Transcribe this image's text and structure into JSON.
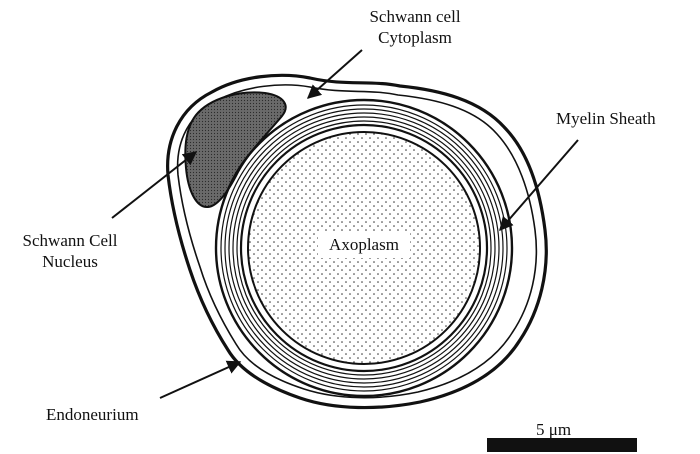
{
  "labels": {
    "cytoplasm_line1": "Schwann cell",
    "cytoplasm_line2": "Cytoplasm",
    "myelin": "Myelin Sheath",
    "nucleus_line1": "Schwann Cell",
    "nucleus_line2": "Nucleus",
    "axoplasm": "Axoplasm",
    "endoneurium": "Endoneurium",
    "scale": "5 μm"
  },
  "colors": {
    "ink": "#111111",
    "nucleus": "#5a5a5a",
    "background": "#ffffff"
  }
}
